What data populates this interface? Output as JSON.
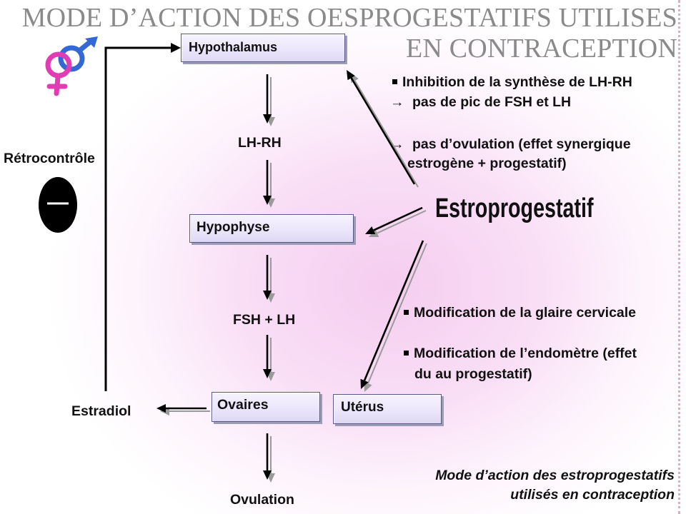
{
  "title": {
    "line1": "MODE D’ACTION DES OESPROGESTATIFS UTILISES",
    "line2": "EN CONTRACEPTION"
  },
  "diagram": {
    "boxes": {
      "hypothalamus": "Hypothalamus",
      "hypophyse": "Hypophyse",
      "ovaires": "Ovaires",
      "uterus": "Utérus"
    },
    "labels": {
      "lh_rh": "LH-RH",
      "fsh_lh": "FSH + LH",
      "ovulation": "Ovulation",
      "estradiol": "Estradiol",
      "retrocontrole": "Rétrocontrôle"
    },
    "drug": "Estroprogestatif"
  },
  "effects": {
    "upper": [
      {
        "marker": "bullet-icon",
        "text": "Inhibition de la synthèse de LH-RH"
      },
      {
        "marker": "arrow-right-icon",
        "text": "pas de pic de FSH et LH"
      },
      {
        "marker": "arrow-right-icon",
        "text": "pas d’ovulation (effet synergique"
      },
      {
        "text": "estrogène + progestatif)"
      }
    ],
    "lower": [
      {
        "marker": "bullet-icon",
        "text": "Modification de la glaire cervicale"
      },
      {
        "marker": "bullet-icon",
        "text": "Modification de l’endomètre (effet"
      },
      {
        "text": "du au progestatif)"
      }
    ]
  },
  "caption": {
    "line1": "Mode d’action des estroprogestatifs",
    "line2": "utilisés en contraception"
  },
  "icons": {
    "sex_symbol": "gender-symbol-icon",
    "feedback_sign": "minus-sign-icon"
  },
  "colors": {
    "title": "#8a8a8a",
    "female_symbol": "#e03cb4",
    "male_symbol": "#3468d4",
    "box_fill": "#ebe6fa",
    "box_border": "#58588a",
    "background_glow": "#f5cdef",
    "edge_dots": "#e9a6c8",
    "ink": "#111111"
  }
}
